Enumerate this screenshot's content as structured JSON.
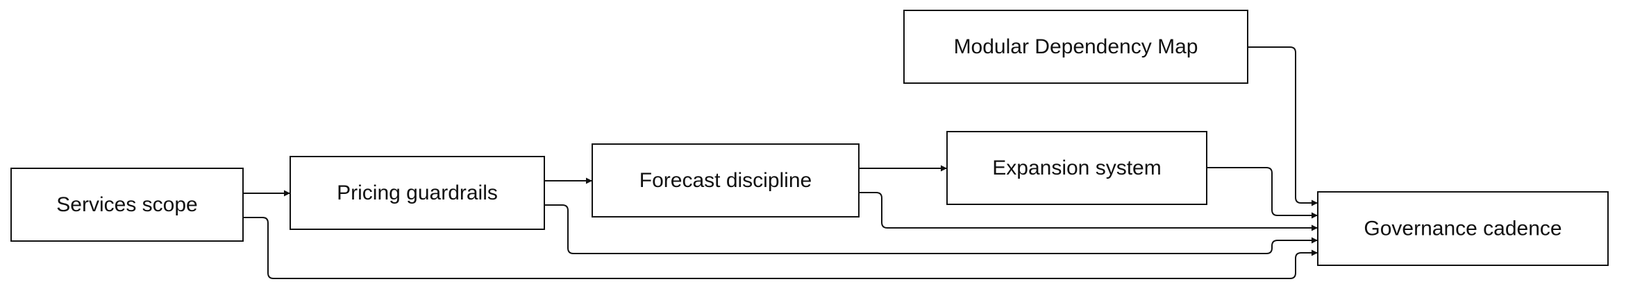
{
  "diagram": {
    "type": "flowchart",
    "direction": "left-to-right",
    "nodes": {
      "services_scope": "Services scope",
      "pricing_guardrails": "Pricing guardrails",
      "forecast_discipline": "Forecast discipline",
      "expansion_system": "Expansion system",
      "modular_dependency_map": "Modular Dependency Map",
      "governance_cadence": "Governance cadence"
    },
    "edges": [
      {
        "from": "Services scope",
        "to": "Pricing guardrails"
      },
      {
        "from": "Pricing guardrails",
        "to": "Forecast discipline"
      },
      {
        "from": "Forecast discipline",
        "to": "Expansion system"
      },
      {
        "from": "Modular Dependency Map",
        "to": "Governance cadence"
      },
      {
        "from": "Expansion system",
        "to": "Governance cadence"
      },
      {
        "from": "Forecast discipline",
        "to": "Governance cadence"
      },
      {
        "from": "Pricing guardrails",
        "to": "Governance cadence"
      },
      {
        "from": "Services scope",
        "to": "Governance cadence"
      }
    ],
    "colors": {
      "stroke": "#111111",
      "fill": "#ffffff",
      "text": "#111111"
    }
  }
}
